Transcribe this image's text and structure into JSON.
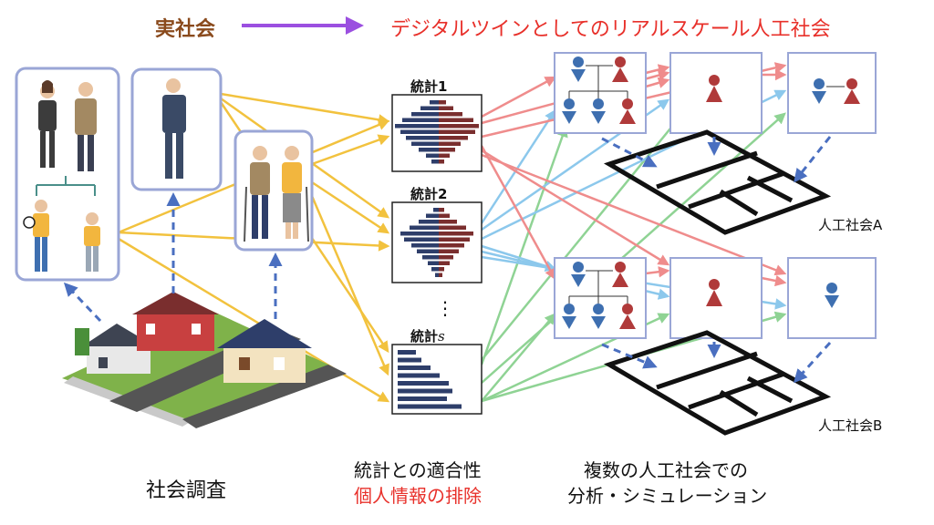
{
  "header": {
    "left_label": "実社会",
    "right_label": "デジタルツインとしてのリアルスケール人工社会"
  },
  "stats": {
    "label_1": "統計1",
    "label_2": "統計2",
    "label_s": "統計",
    "label_s_italic": "s",
    "ellipsis": "⋮"
  },
  "bottom": {
    "survey_label": "社会調査",
    "fit_label": "統計との適合性",
    "privacy_label": "個人情報の排除",
    "multi_line1": "複数の人工社会での",
    "multi_line2": "分析・シミュレーション"
  },
  "societies": {
    "a_label": "人工社会A",
    "b_label": "人工社会B"
  },
  "colors": {
    "title_left": "#8a4a1c",
    "title_right": "#e8302a",
    "arrow_purple": "#9b4fe0",
    "arrow_yellow": "#f2c23e",
    "arrow_red": "#ef8c8c",
    "arrow_blue": "#8cc8ec",
    "arrow_green": "#8fd394",
    "box_border": "#9aa6d6",
    "dashed_blue": "#4a6fc0",
    "bar_navy": "#2e3e6a",
    "bar_maroon": "#7a2e2e"
  }
}
